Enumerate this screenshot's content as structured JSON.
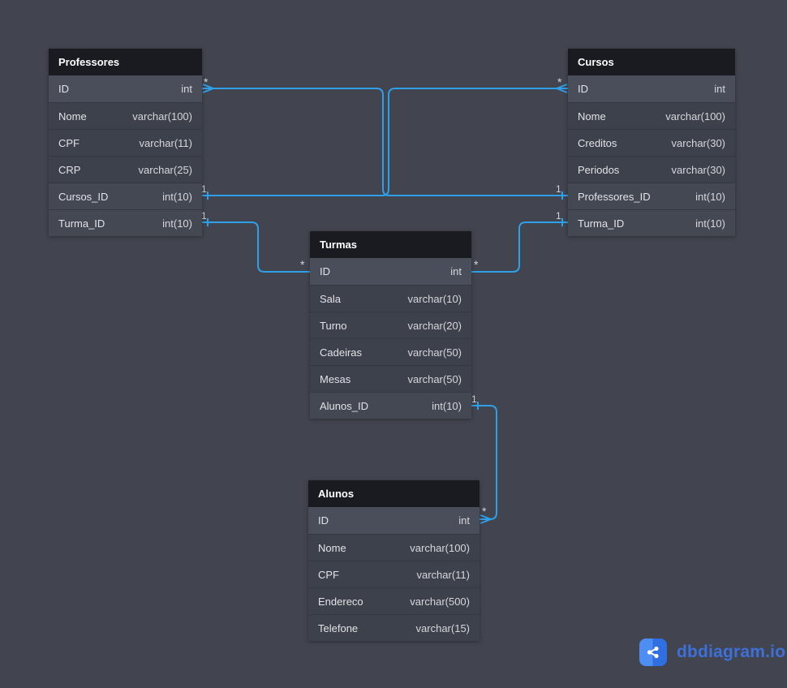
{
  "colors": {
    "canvas_background": "#42444f",
    "relationship_line": "#2f9fe8",
    "table_header_bg": "#1a1b20",
    "row_bg": "#3d414b",
    "pk_row_bg": "#4a4e5a",
    "fk_row_bg": "#444853",
    "brand_blue": "#3d70d8"
  },
  "tables": {
    "professores": {
      "title": "Professores",
      "fields": [
        {
          "name": "ID",
          "type": "int"
        },
        {
          "name": "Nome",
          "type": "varchar(100)"
        },
        {
          "name": "CPF",
          "type": "varchar(11)"
        },
        {
          "name": "CRP",
          "type": "varchar(25)"
        },
        {
          "name": "Cursos_ID",
          "type": "int(10)"
        },
        {
          "name": "Turma_ID",
          "type": "int(10)"
        }
      ]
    },
    "cursos": {
      "title": "Cursos",
      "fields": [
        {
          "name": "ID",
          "type": "int"
        },
        {
          "name": "Nome",
          "type": "varchar(100)"
        },
        {
          "name": "Creditos",
          "type": "varchar(30)"
        },
        {
          "name": "Periodos",
          "type": "varchar(30)"
        },
        {
          "name": "Professores_ID",
          "type": "int(10)"
        },
        {
          "name": "Turma_ID",
          "type": "int(10)"
        }
      ]
    },
    "turmas": {
      "title": "Turmas",
      "fields": [
        {
          "name": "ID",
          "type": "int"
        },
        {
          "name": "Sala",
          "type": "varchar(10)"
        },
        {
          "name": "Turno",
          "type": "varchar(20)"
        },
        {
          "name": "Cadeiras",
          "type": "varchar(50)"
        },
        {
          "name": "Mesas",
          "type": "varchar(50)"
        },
        {
          "name": "Alunos_ID",
          "type": "int(10)"
        }
      ]
    },
    "alunos": {
      "title": "Alunos",
      "fields": [
        {
          "name": "ID",
          "type": "int"
        },
        {
          "name": "Nome",
          "type": "varchar(100)"
        },
        {
          "name": "CPF",
          "type": "varchar(11)"
        },
        {
          "name": "Endereco",
          "type": "varchar(500)"
        },
        {
          "name": "Telefone",
          "type": "varchar(15)"
        }
      ]
    }
  },
  "relationships": [
    {
      "many_end": "Professores.ID",
      "one_end": "Cursos.Professores_ID",
      "many_label": "*",
      "one_label": "1"
    },
    {
      "many_end": "Cursos.ID",
      "one_end": "Professores.Cursos_ID",
      "many_label": "*",
      "one_label": "1"
    },
    {
      "many_end": "Turmas.ID",
      "one_end": "Professores.Turma_ID",
      "many_label": "*",
      "one_label": "1"
    },
    {
      "many_end": "Turmas.ID",
      "one_end": "Cursos.Turma_ID",
      "many_label": "*",
      "one_label": "1"
    },
    {
      "many_end": "Alunos.ID",
      "one_end": "Turmas.Alunos_ID",
      "many_label": "*",
      "one_label": "1"
    }
  ],
  "brand": {
    "label": "dbdiagram.io",
    "icon": "share-nodes-icon"
  }
}
